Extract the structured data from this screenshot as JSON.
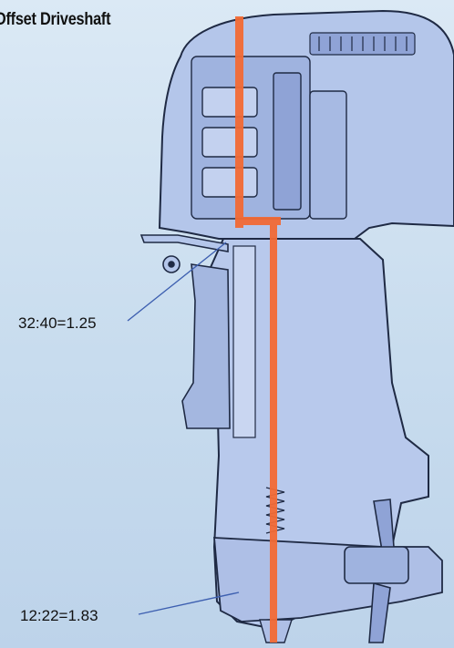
{
  "title": "Offset Driveshaft",
  "labels": {
    "upper_gear_ratio": "32:40=1.25",
    "lower_gear_ratio": "12:22=1.83"
  },
  "colors": {
    "background": "#c8dcee",
    "engine_fill": "#b4c6ea",
    "outline": "#1f2a44",
    "shaft_highlight": "#f26a35",
    "leader_line": "#3d5fb0"
  }
}
